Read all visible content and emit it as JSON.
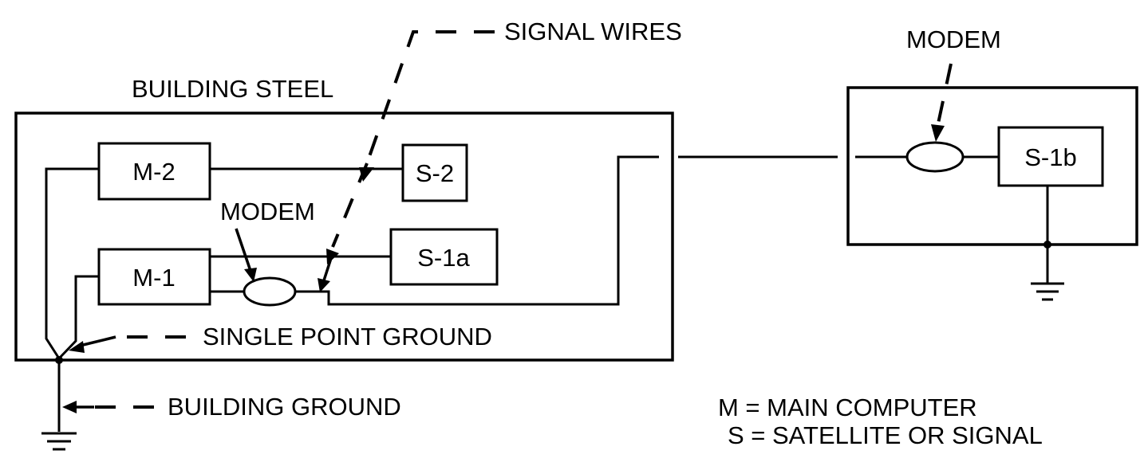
{
  "labels": {
    "signal_wires": "SIGNAL WIRES",
    "building_steel": "BUILDING STEEL",
    "modem_left": "MODEM",
    "modem_right": "MODEM",
    "single_point_ground": "SINGLE POINT GROUND",
    "building_ground": "BUILDING GROUND"
  },
  "boxes": {
    "m2": "M-2",
    "s2": "S-2",
    "m1": "M-1",
    "s1a": "S-1a",
    "s1b": "S-1b"
  },
  "legend": {
    "line1": "M = MAIN COMPUTER",
    "line2": "S = SATELLITE OR SIGNAL"
  },
  "colors": {
    "ink": "#000000",
    "background": "#ffffff"
  }
}
